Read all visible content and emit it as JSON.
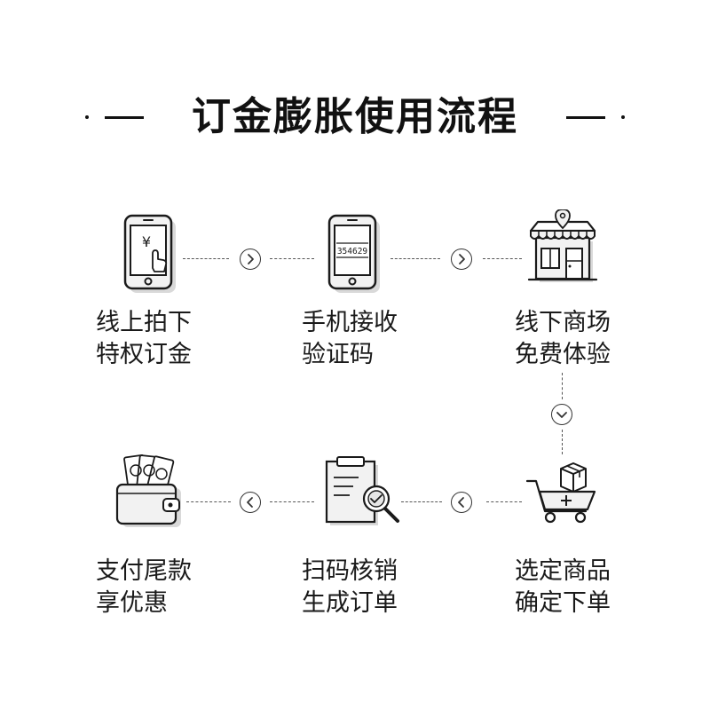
{
  "title": "订金膨胀使用流程",
  "steps": [
    {
      "line1": "线上拍下",
      "line2": "特权订金",
      "icon": "phone-payment-icon",
      "phone_glyph": "¥"
    },
    {
      "line1": "手机接收",
      "line2": "验证码",
      "icon": "phone-code-icon",
      "code": "354629"
    },
    {
      "line1": "线下商场",
      "line2": "免费体验",
      "icon": "store-icon"
    },
    {
      "line1": "选定商品",
      "line2": "确定下单",
      "icon": "shopping-cart-icon"
    },
    {
      "line1": "扫码核销",
      "line2": "生成订单",
      "icon": "clipboard-scan-icon"
    },
    {
      "line1": "支付尾款",
      "line2": "享优惠",
      "icon": "wallet-icon"
    }
  ],
  "colors": {
    "ink": "#1a1a1a",
    "icon_fill": "#f2f2f2",
    "shadow": "#d9d9d9"
  }
}
